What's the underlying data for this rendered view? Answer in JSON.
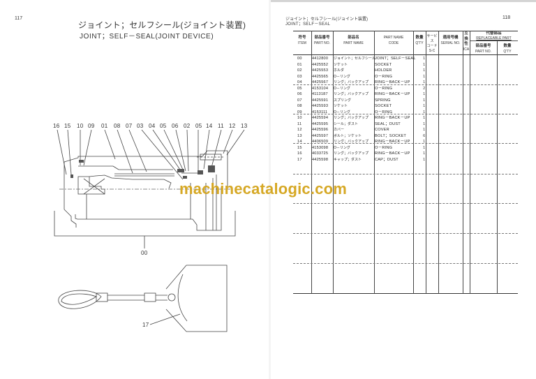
{
  "left_page": {
    "page_number": "117",
    "title_jp": "ジョイント；セルフシール(ジョイント装置)",
    "title_en": "JOINT；SELF－SEAL(JOINT  DEVICE)",
    "callouts_top": [
      "16",
      "15",
      "10",
      "09",
      "01",
      "08",
      "07",
      "03",
      "04",
      "05",
      "06",
      "02",
      "05",
      "14",
      "11",
      "12",
      "13"
    ],
    "callout_assembly": "00",
    "callout_cap": "17"
  },
  "right_page": {
    "page_number": "118",
    "header_jp": "ジョイント；セルフシール(ジョイント装置)",
    "header_en": "JOINT；SELF－SEAL",
    "columns": {
      "item": {
        "jp": "符号",
        "en": "ITEM"
      },
      "part_no": {
        "jp": "部品番号",
        "en": "PART NO."
      },
      "part_name_jp": {
        "jp": "部品名",
        "en": "PART NAME"
      },
      "part_name_code": {
        "jp": "PART NAME",
        "en": "CODE"
      },
      "qty": {
        "jp": "数量",
        "en": "Q'TY"
      },
      "service_code": {
        "jp": "サービス",
        "en": "コード",
        "en2": "S-C"
      },
      "serial_no": {
        "jp": "適用号機",
        "en": "SERIAL NO."
      },
      "interchange": {
        "jp": "互",
        "en": "換",
        "en2": "性",
        "en3": "ICA"
      },
      "replaceable": {
        "jp": "代替部品",
        "en": "REPLACEABLE PART"
      },
      "repl_part_no": {
        "jp": "部品番号",
        "en": "PART NO."
      },
      "repl_qty": {
        "jp": "数量",
        "en": "Q'TY"
      }
    },
    "rows": [
      {
        "item": "00",
        "part_no": "4412800",
        "name_jp": "ジョイント；セルフシール",
        "code": "JOINT；SELF－SEAL",
        "qty": "1"
      },
      {
        "item": "01",
        "part_no": "4425552",
        "name_jp": "ソケット",
        "code": "SOCKET",
        "qty": "1"
      },
      {
        "item": "02",
        "part_no": "4425553",
        "name_jp": "ホルダ",
        "code": "HOLDER",
        "qty": "1"
      },
      {
        "item": "03",
        "part_no": "4425565",
        "name_jp": "O－リング",
        "code": "O－RING",
        "qty": "1"
      },
      {
        "item": "04",
        "part_no": "4425567",
        "name_jp": "リング；バックアップ",
        "code": "RING－BACK－UP",
        "qty": "1"
      },
      {
        "item": "05",
        "part_no": "4153104",
        "name_jp": "O－リング",
        "code": "O－RING",
        "qty": "2"
      },
      {
        "item": "06",
        "part_no": "4113187",
        "name_jp": "リング；バックアップ",
        "code": "RING－BACK－UP",
        "qty": "1"
      },
      {
        "item": "07",
        "part_no": "4425591",
        "name_jp": "スプリング",
        "code": "SPRING",
        "qty": "1"
      },
      {
        "item": "08",
        "part_no": "4425593",
        "name_jp": "ソケット",
        "code": "SOCKET",
        "qty": "1"
      },
      {
        "item": "09",
        "part_no": "4153111",
        "name_jp": "O－リング",
        "code": "O－RING",
        "qty": "1"
      },
      {
        "item": "10",
        "part_no": "4425594",
        "name_jp": "リング；バックアップ",
        "code": "RING－BACK－UP",
        "qty": "1"
      },
      {
        "item": "11",
        "part_no": "4425595",
        "name_jp": "シール；ダスト",
        "code": "SEAL；DUST",
        "qty": "1"
      },
      {
        "item": "12",
        "part_no": "4425596",
        "name_jp": "カバー",
        "code": "COVER",
        "qty": "1"
      },
      {
        "item": "13",
        "part_no": "4425597",
        "name_jp": "ボルト；ソケット",
        "code": "BOLT；SOCKET",
        "qty": "6"
      },
      {
        "item": "14",
        "part_no": "4406509",
        "name_jp": "リング；バックアップ",
        "code": "RING－BACK－UP",
        "qty": "1"
      },
      {
        "item": "15",
        "part_no": "4153098",
        "name_jp": "O－リング",
        "code": "O－RING",
        "qty": "1"
      },
      {
        "item": "16",
        "part_no": "4033725",
        "name_jp": "リング；バックアップ",
        "code": "RING－BACK－UP",
        "qty": "1"
      },
      {
        "item": "17",
        "part_no": "4425598",
        "name_jp": "キャップ；ダスト",
        "code": "CAP；DUST",
        "qty": "1"
      }
    ]
  },
  "watermark": {
    "text": "machinecatalogic.com",
    "color": "#d4a41a"
  }
}
